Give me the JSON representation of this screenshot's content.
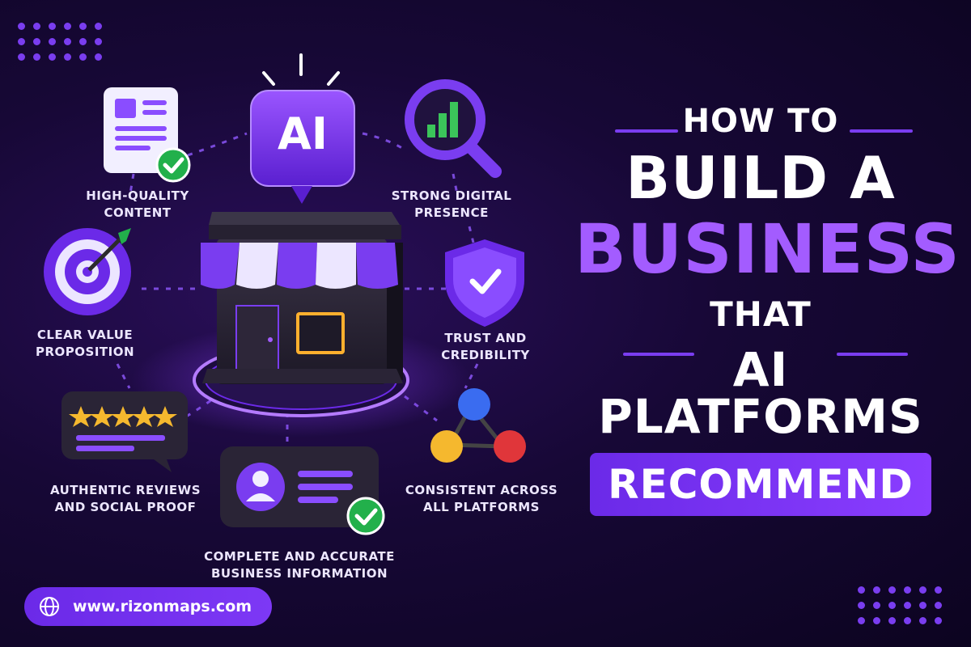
{
  "title": {
    "line1": "HOW TO",
    "line2": "BUILD A",
    "line3": "BUSINESS",
    "line4": "THAT",
    "line5": "AI PLATFORMS",
    "line6": "RECOMMEND"
  },
  "center": {
    "bubble_text": "AI"
  },
  "features": [
    {
      "line1": "HIGH-QUALITY",
      "line2": "CONTENT",
      "icon": "document-check-icon"
    },
    {
      "line1": "STRONG DIGITAL",
      "line2": "PRESENCE",
      "icon": "magnifier-chart-icon"
    },
    {
      "line1": "CLEAR VALUE",
      "line2": "PROPOSITION",
      "icon": "target-arrow-icon"
    },
    {
      "line1": "TRUST AND",
      "line2": "CREDIBILITY",
      "icon": "shield-check-icon"
    },
    {
      "line1": "AUTHENTIC REVIEWS",
      "line2": "AND SOCIAL PROOF",
      "icon": "review-stars-icon"
    },
    {
      "line1": "CONSISTENT ACROSS",
      "line2": "ALL PLATFORMS",
      "icon": "network-nodes-icon"
    },
    {
      "line1": "COMPLETE AND ACCURATE",
      "line2": "BUSINESS INFORMATION",
      "icon": "profile-card-icon"
    }
  ],
  "footer": {
    "url": "www.rizonmaps.com",
    "icon": "globe-icon"
  },
  "colors": {
    "accent": "#7a3df0",
    "highlight": "#a35cff",
    "check_green": "#22b04b",
    "star_gold": "#f5b82e"
  }
}
